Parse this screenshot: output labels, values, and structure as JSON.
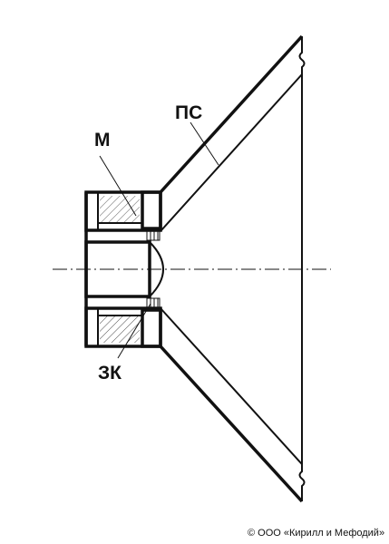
{
  "labels": {
    "magnet": "М",
    "cone": "ПС",
    "voice_coil": "ЗК"
  },
  "copyright": "© ООО «Кирилл и Мефодий»"
}
